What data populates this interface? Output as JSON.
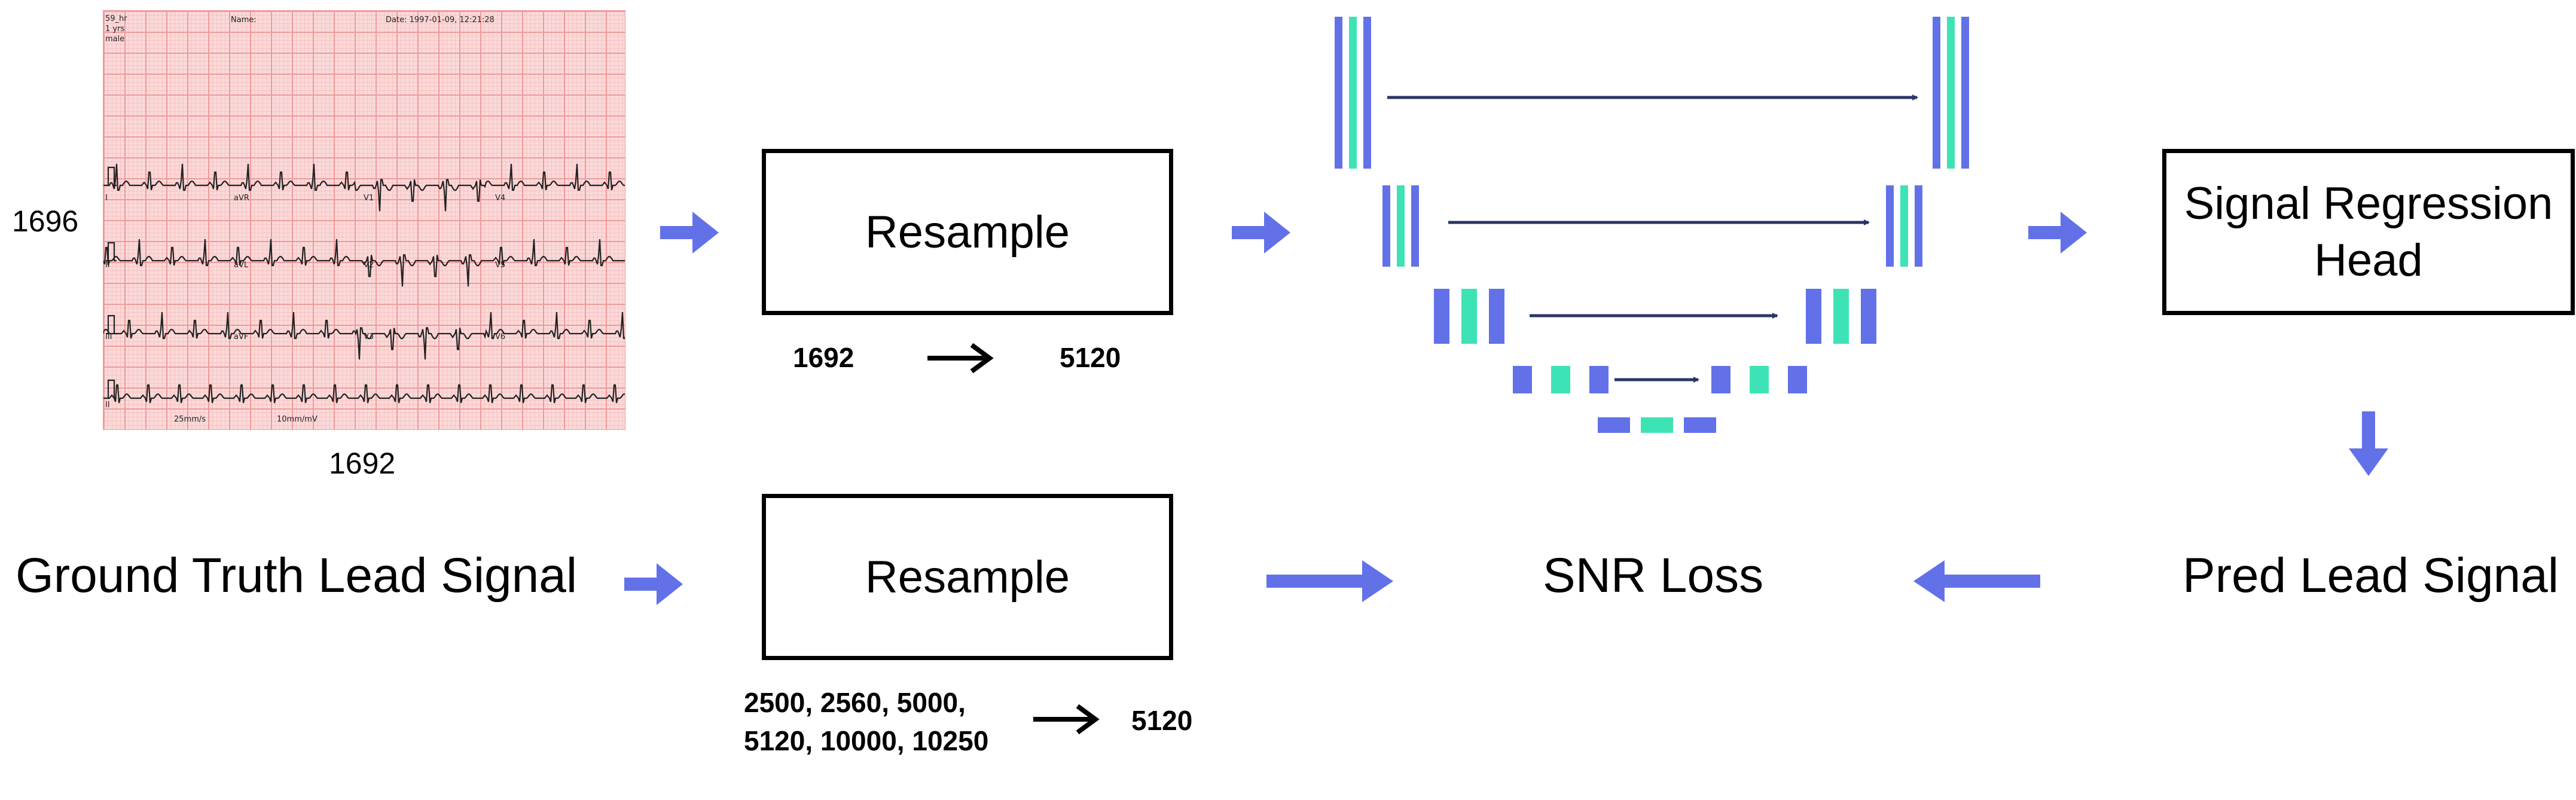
{
  "colors": {
    "blue": "#6271e8",
    "teal": "#3ee3b5",
    "navy": "#2a3566",
    "ecg_bg": "#fbd9d9",
    "ecg_grid": "#ef9a9a"
  },
  "ecg": {
    "height_label": "1696",
    "width_label": "1692",
    "header": {
      "id": "59_hr",
      "name_label": "Name:",
      "date": "Date: 1997-01-09, 12:21:28",
      "age": "1 yrs",
      "sex": "male"
    },
    "leads_row1": [
      "I",
      "aVR",
      "V1",
      "V4"
    ],
    "leads_row2": [
      "II",
      "aVL",
      "V2",
      "V5"
    ],
    "leads_row3": [
      "III",
      "aVF",
      "V3",
      "V6"
    ],
    "leads_row4": [
      "II"
    ],
    "footer": {
      "speed": "25mm/s",
      "gain": "10mm/mV"
    }
  },
  "resample_top": {
    "title": "Resample",
    "from": "1692",
    "to": "5120"
  },
  "head_box": {
    "title": "Signal Regression\nHead"
  },
  "bottom": {
    "ground_truth": "Ground Truth Lead Signal",
    "resample_title": "Resample",
    "from_line1": "2500, 2560, 5000,",
    "from_line2": "5120, 10000, 10250",
    "to": "5120",
    "loss": "SNR Loss",
    "pred": "Pred Lead Signal"
  }
}
